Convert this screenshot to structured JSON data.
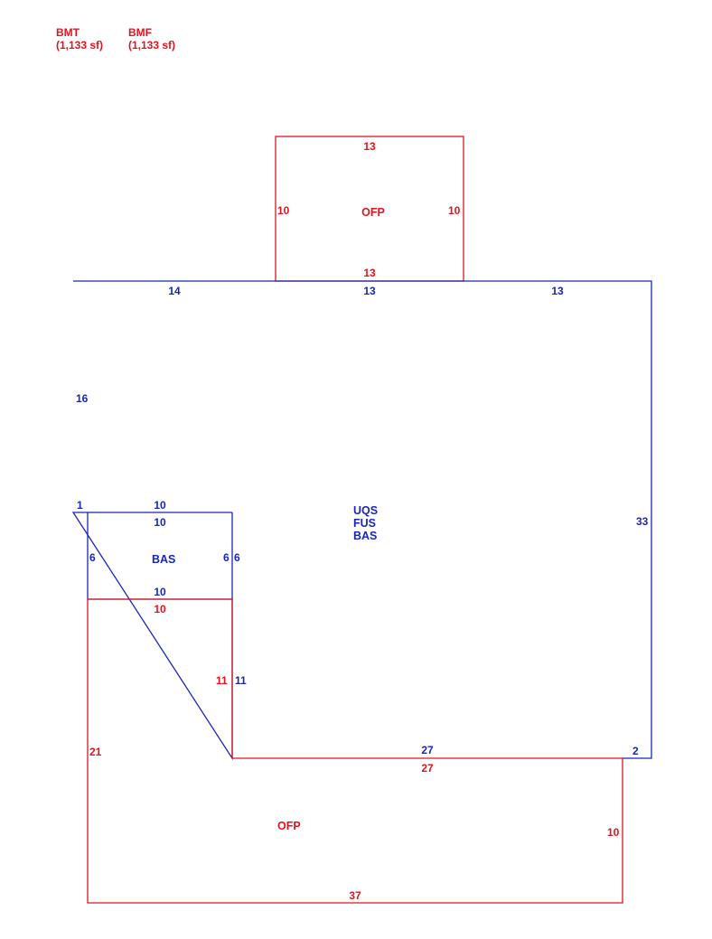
{
  "colors": {
    "porch": "#e0141e",
    "living": "#1a26b8",
    "background": "#ffffff"
  },
  "legend": [
    {
      "code": "BMT",
      "area": "(1,133 sf)"
    },
    {
      "code": "BMF",
      "area": "(1,133 sf)"
    }
  ],
  "top_porch": {
    "name": "OFP",
    "dims": {
      "top": "13",
      "bottom": "13",
      "left": "10",
      "right": "10"
    }
  },
  "main_area": {
    "names": [
      "UQS",
      "FUS",
      "BAS"
    ],
    "dims": {
      "top_left": "14",
      "top_mid": "13",
      "top_right": "13",
      "left": "16",
      "step_left": "1",
      "notch_top": "10",
      "right": "33",
      "bottom": "27",
      "step_right": "2",
      "notch_right": "11"
    }
  },
  "bas_box": {
    "name": "BAS",
    "dims": {
      "top": "10",
      "bottom": "10",
      "left": "6",
      "right": "6",
      "outer_right": "6"
    }
  },
  "bottom_porch": {
    "name": "OFP",
    "dims": {
      "top": "10",
      "inner_vertical": "11",
      "left": "21",
      "inner_horizontal": "27",
      "right": "10",
      "bottom": "37"
    }
  }
}
